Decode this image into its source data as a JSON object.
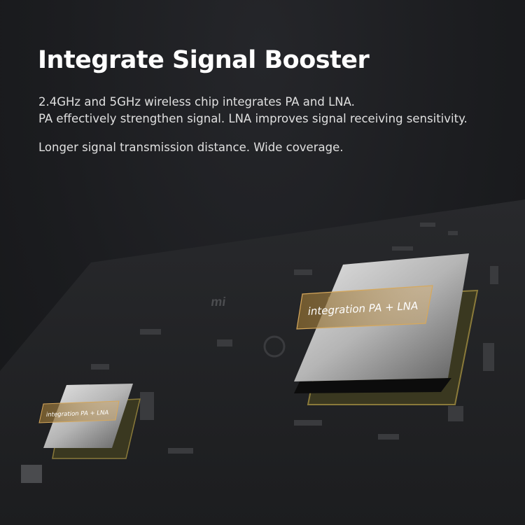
{
  "header": {
    "title": "Integrate Signal Booster",
    "lines": [
      "2.4GHz and 5GHz wireless chip integrates PA and LNA.",
      "PA effectively strengthen signal. LNA improves signal receiving sensitivity.",
      "Longer signal transmission distance. Wide coverage."
    ]
  },
  "board": {
    "logo": "mi",
    "big_chip_label": "integration PA + LNA",
    "small_chip_label": "integration PA + LNA"
  },
  "colors": {
    "background": "#1b1c1f",
    "accent_gold": "#c8a060",
    "chip_silver": "#c9c9c9"
  }
}
